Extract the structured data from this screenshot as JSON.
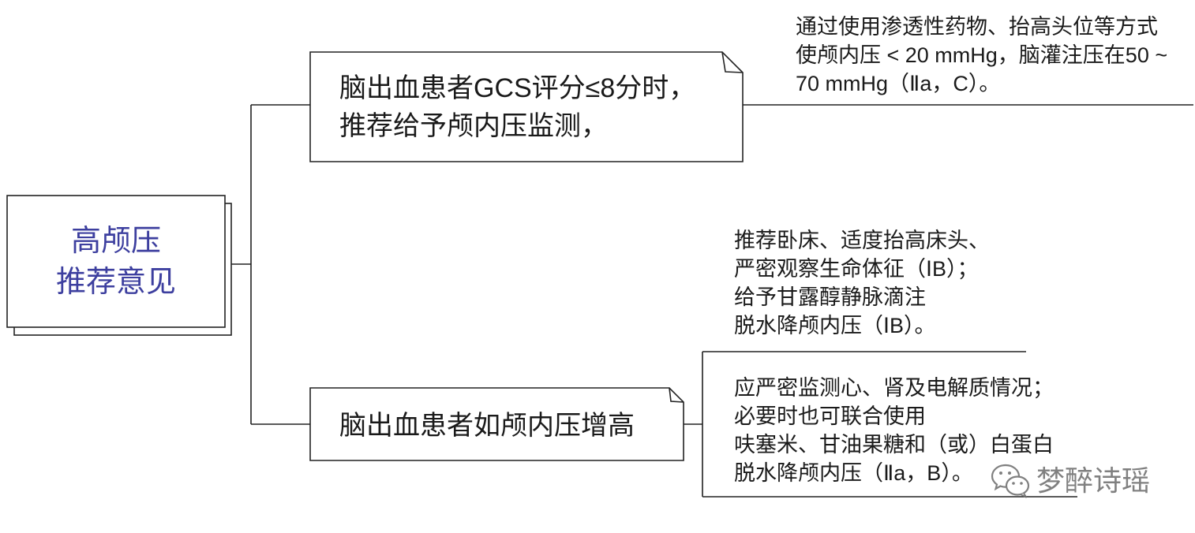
{
  "root": {
    "line1": "高颅压",
    "line2": "推荐意见"
  },
  "branch1": {
    "box": {
      "line1": "脑出血患者GCS评分≤8分时，",
      "line2": "推荐给予颅内压监测，"
    },
    "note": {
      "lines": [
        "通过使用渗透性药物、抬高头位等方式",
        "使颅内压 < 20 mmHg，脑灌注压在50 ~",
        "70 mmHg（Ⅱa，C）。"
      ]
    }
  },
  "branch2": {
    "box": {
      "line1": "脑出血患者如颅内压增高"
    },
    "note_upper": {
      "lines": [
        "推荐卧床、适度抬高床头、",
        "严密观察生命体征（ⅠB）；",
        "给予甘露醇静脉滴注",
        "脱水降颅内压（ⅠB）。"
      ]
    },
    "note_lower": {
      "lines": [
        "应严密监测心、肾及电解质情况；",
        "必要时也可联合使用",
        "呋塞米、甘油果糖和（或）白蛋白",
        "脱水降颅内压（Ⅱa，B）。"
      ]
    }
  },
  "watermark": {
    "icon": "wechat-icon",
    "text": "梦醉诗瑶"
  },
  "colors": {
    "root_text": "#3d3f9f",
    "text": "#1a1a1a",
    "line": "#222222",
    "watermark": "#6b6b6b"
  }
}
